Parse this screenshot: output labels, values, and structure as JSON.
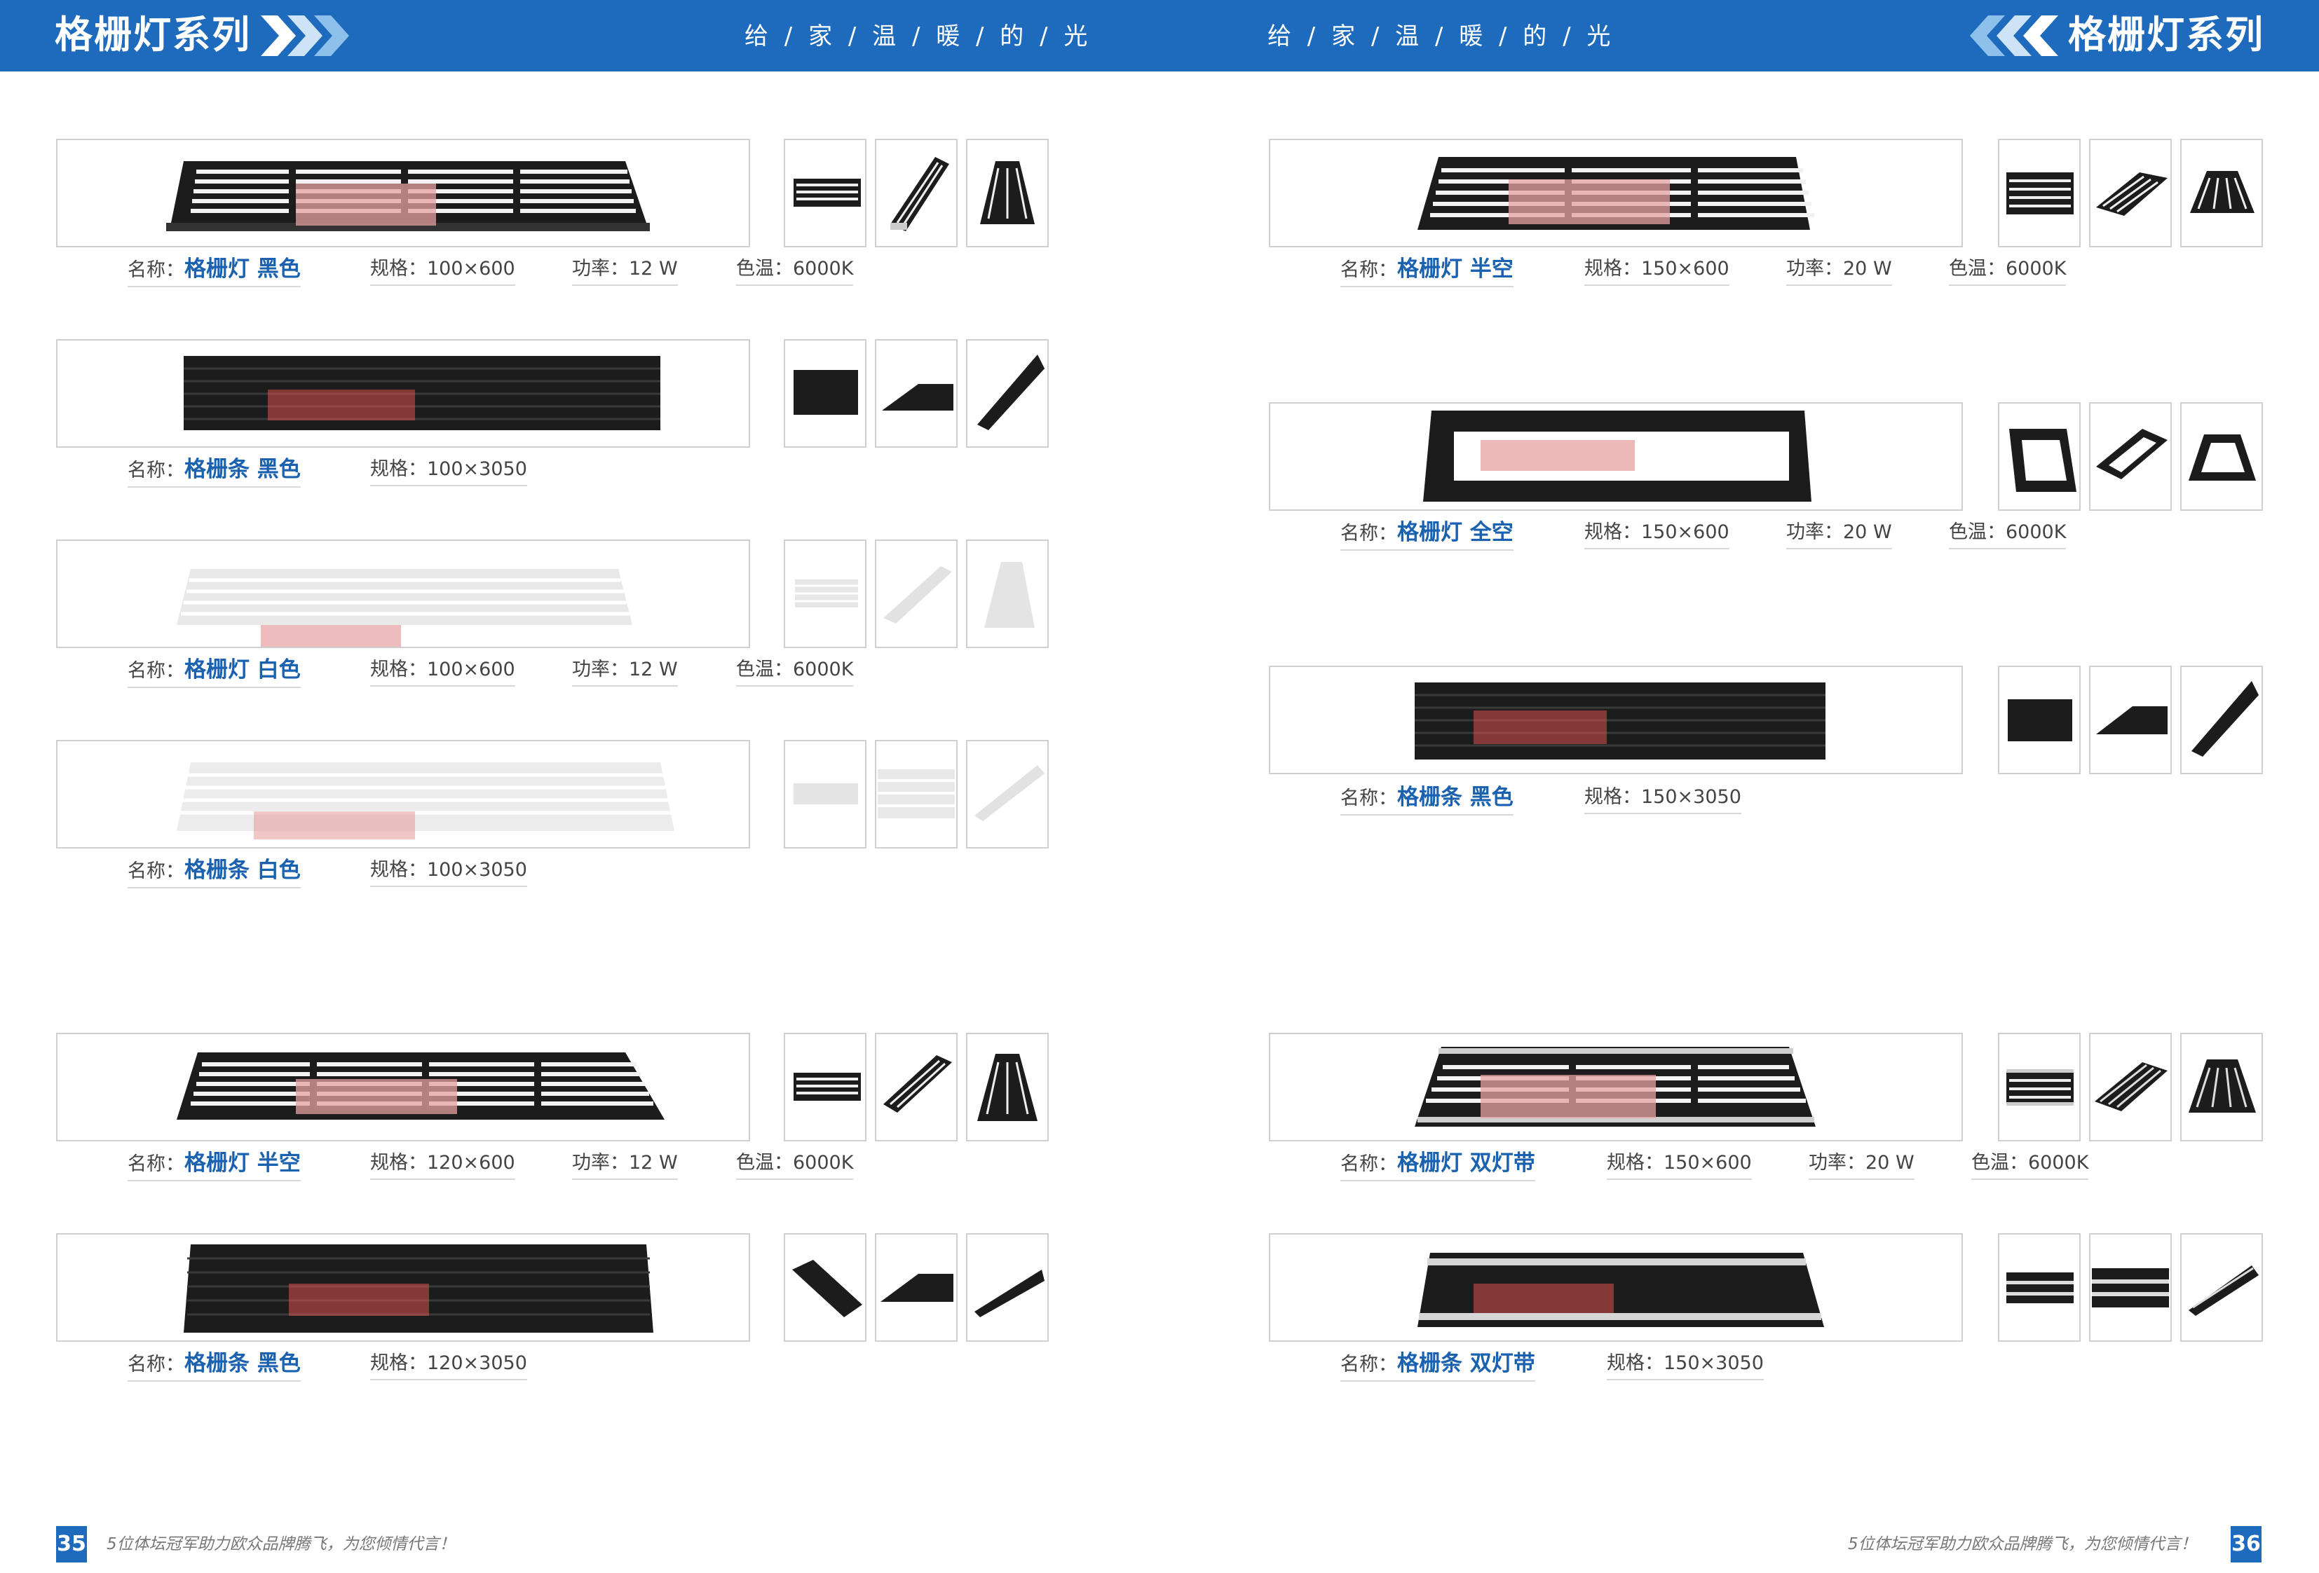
{
  "header": {
    "left_title": "格栅灯系列",
    "right_title": "格栅灯系列",
    "left_slogan": "给 / 家 / 温 / 暖 / 的 / 光",
    "right_slogan": "给 / 家 / 温 / 暖 / 的 / 光",
    "accent_color": "#1e6bbd"
  },
  "labels": {
    "name": "名称：",
    "spec": "规格：",
    "power": "功率：",
    "temp": "色温："
  },
  "products": [
    {
      "name": "格栅灯 黑色",
      "spec": "100×600",
      "power": "12 W",
      "temp": "6000K"
    },
    {
      "name": "格栅条 黑色",
      "spec": "100×3050"
    },
    {
      "name": "格栅灯 白色",
      "spec": "100×600",
      "power": "12 W",
      "temp": "6000K"
    },
    {
      "name": "格栅条 白色",
      "spec": "100×3050"
    },
    {
      "name": "格栅灯 半空",
      "spec": "120×600",
      "power": "12 W",
      "temp": "6000K"
    },
    {
      "name": "格栅条 黑色",
      "spec": "120×3050"
    },
    {
      "name": "格栅灯 半空",
      "spec": "150×600",
      "power": "20 W",
      "temp": "6000K"
    },
    {
      "name": "格栅灯 全空",
      "spec": "150×600",
      "power": "20 W",
      "temp": "6000K"
    },
    {
      "name": "格栅条 黑色",
      "spec": "150×3050"
    },
    {
      "name": "格栅灯 双灯带",
      "spec": "150×600",
      "power": "20 W",
      "temp": "6000K"
    },
    {
      "name": "格栅条 双灯带",
      "spec": "150×3050"
    }
  ],
  "footer": {
    "left_page": "35",
    "right_page": "36",
    "left_text": "5位体坛冠军助力欧众品牌腾飞，为您倾情代言！",
    "right_text": "5位体坛冠军助力欧众品牌腾飞，为您倾情代言！"
  }
}
